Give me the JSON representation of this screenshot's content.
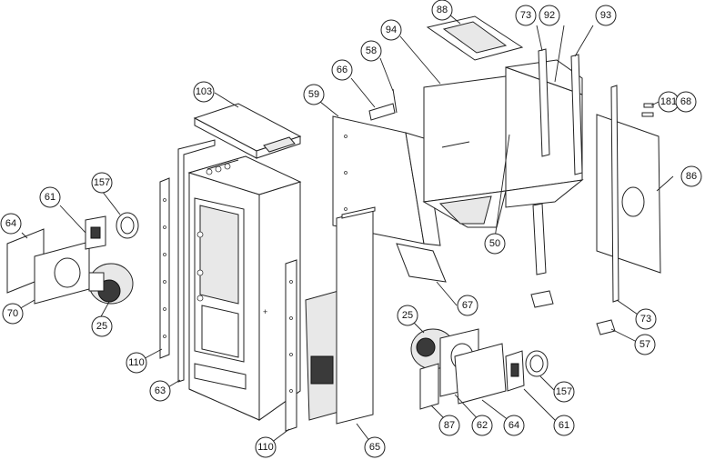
{
  "callouts": [
    {
      "id": "c103a",
      "label": "103"
    },
    {
      "id": "c88",
      "label": "88"
    },
    {
      "id": "c73a",
      "label": "73"
    },
    {
      "id": "c92",
      "label": "92"
    },
    {
      "id": "c93",
      "label": "93"
    },
    {
      "id": "c94",
      "label": "94"
    },
    {
      "id": "c58",
      "label": "58"
    },
    {
      "id": "c66",
      "label": "66"
    },
    {
      "id": "c59",
      "label": "59"
    },
    {
      "id": "c181",
      "label": "181"
    },
    {
      "id": "c68",
      "label": "68"
    },
    {
      "id": "c86",
      "label": "86"
    },
    {
      "id": "c157a",
      "label": "157"
    },
    {
      "id": "c61a",
      "label": "61"
    },
    {
      "id": "c64a",
      "label": "64"
    },
    {
      "id": "c70",
      "label": "70"
    },
    {
      "id": "c25a",
      "label": "25"
    },
    {
      "id": "c50",
      "label": "50"
    },
    {
      "id": "c67",
      "label": "67"
    },
    {
      "id": "c73b",
      "label": "73"
    },
    {
      "id": "c57",
      "label": "57"
    },
    {
      "id": "c25b",
      "label": "25"
    },
    {
      "id": "c110a",
      "label": "110"
    },
    {
      "id": "c63",
      "label": "63"
    },
    {
      "id": "c157b",
      "label": "157"
    },
    {
      "id": "c87",
      "label": "87"
    },
    {
      "id": "c62",
      "label": "62"
    },
    {
      "id": "c64b",
      "label": "64"
    },
    {
      "id": "c61b",
      "label": "61"
    },
    {
      "id": "c110b",
      "label": "110"
    },
    {
      "id": "c65",
      "label": "65"
    }
  ]
}
